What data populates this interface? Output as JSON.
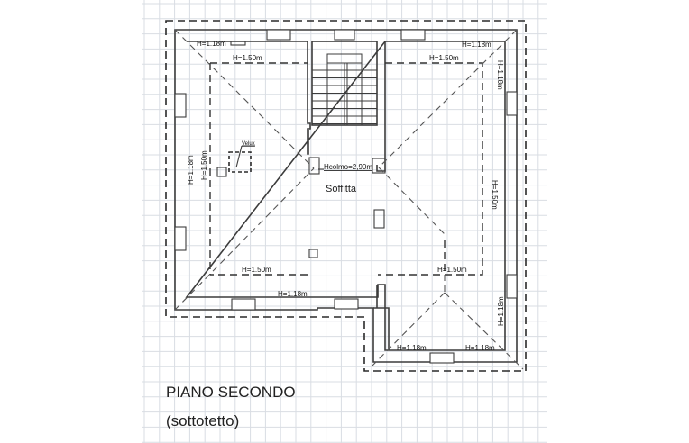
{
  "title": "PIANO SECONDO",
  "subtitle": "(sottotetto)",
  "room": {
    "name": "Soffitta",
    "ridge_height": "Hcolmo=2,90m",
    "skylight": "Velux"
  },
  "height_labels": {
    "top_left_118": "H=1.18m",
    "top_right_118": "H=1.18m",
    "top_left_150": "H=1.50m",
    "top_right_150": "H=1.50m",
    "left_118": "H=1.18m",
    "left_150": "H=1.50m",
    "right_150": "H=1.50m",
    "right_118_top": "H=1.18m",
    "bottom_left_150": "H=1.50m",
    "bottom_right_150": "H=1.50m",
    "bottom_118": "H=1.18m",
    "wing_right_118": "H=1.18m",
    "wing_bottom_left_118": "H=1.18m",
    "wing_bottom_right_118": "H=1.18m"
  },
  "colors": {
    "grid": "#d9dde3",
    "wall": "#3c3c3c",
    "text": "#222222"
  }
}
